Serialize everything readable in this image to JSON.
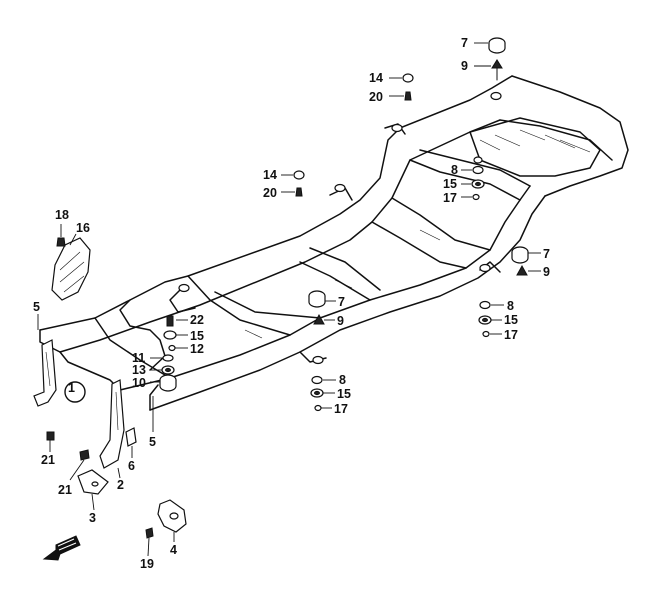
{
  "callouts": {
    "n7a": "7",
    "n9a": "9",
    "n14a": "14",
    "n20a": "20",
    "n14b": "14",
    "n20b": "20",
    "n8a": "8",
    "n15a": "15",
    "n17a": "17",
    "n18": "18",
    "n16": "16",
    "n5a": "5",
    "n7b": "7",
    "n9b": "9",
    "n8b": "8",
    "n15b": "15",
    "n17b": "17",
    "n7c": "7",
    "n9c": "9",
    "n22": "22",
    "n15c": "15",
    "n12": "12",
    "n11": "11",
    "n13": "13",
    "n10": "10",
    "n1": "1",
    "n8c": "8",
    "n15d": "15",
    "n17c": "17",
    "n5b": "5",
    "n6": "6",
    "n21a": "21",
    "n21b": "21",
    "n2": "2",
    "n3": "3",
    "n4": "4",
    "n19": "19"
  },
  "icons": {
    "front_arrow": "front-direction-arrow-icon"
  }
}
